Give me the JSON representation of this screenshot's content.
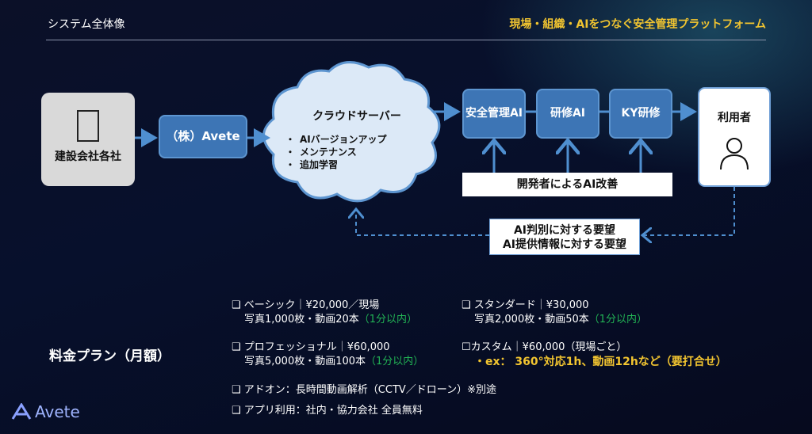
{
  "header": {
    "title": "システム全体像",
    "tagline": "現場・組織・AIをつなぐ安全管理プラットフォーム"
  },
  "diagram": {
    "companies": "建設会社各社",
    "avete": "（株）Avete",
    "cloud": {
      "title": "クラウドサーバー",
      "items": [
        "AIバージョンアップ",
        "メンテナンス",
        "追加学習"
      ]
    },
    "modules": [
      "安全管理AI",
      "研修AI",
      "KY研修"
    ],
    "user": "利用者",
    "dev": "開発者によるAI改善",
    "feedback": [
      "AI判別に対する要望",
      "AI提供情報に対する要望"
    ]
  },
  "pricing": {
    "label": "料金プラン（月額）",
    "basic": {
      "title": "❑ ベーシック｜¥20,000／現場",
      "detail": "写真1,000枚・動画20本",
      "note": "（1分以内）"
    },
    "standard": {
      "title": "❑ スタンダード｜¥30,000",
      "detail": "写真2,000枚・動画50本",
      "note": "（1分以内）"
    },
    "pro": {
      "title": "❑ プロフェッショナル｜¥60,000",
      "detail": "写真5,000枚・動画100本",
      "note": "（1分以内）"
    },
    "custom": {
      "title": "☐カスタム｜¥60,000（現場ごと）",
      "detail": "・ex： 360°対応1h、動画12hなど（要打合せ）"
    },
    "addon": "❑ アドオン：長時間動画解析（CCTV／ドローン）※別途",
    "app": "❑ アプリ利用：社内・協力会社 全員無料"
  },
  "logo": "Avete"
}
